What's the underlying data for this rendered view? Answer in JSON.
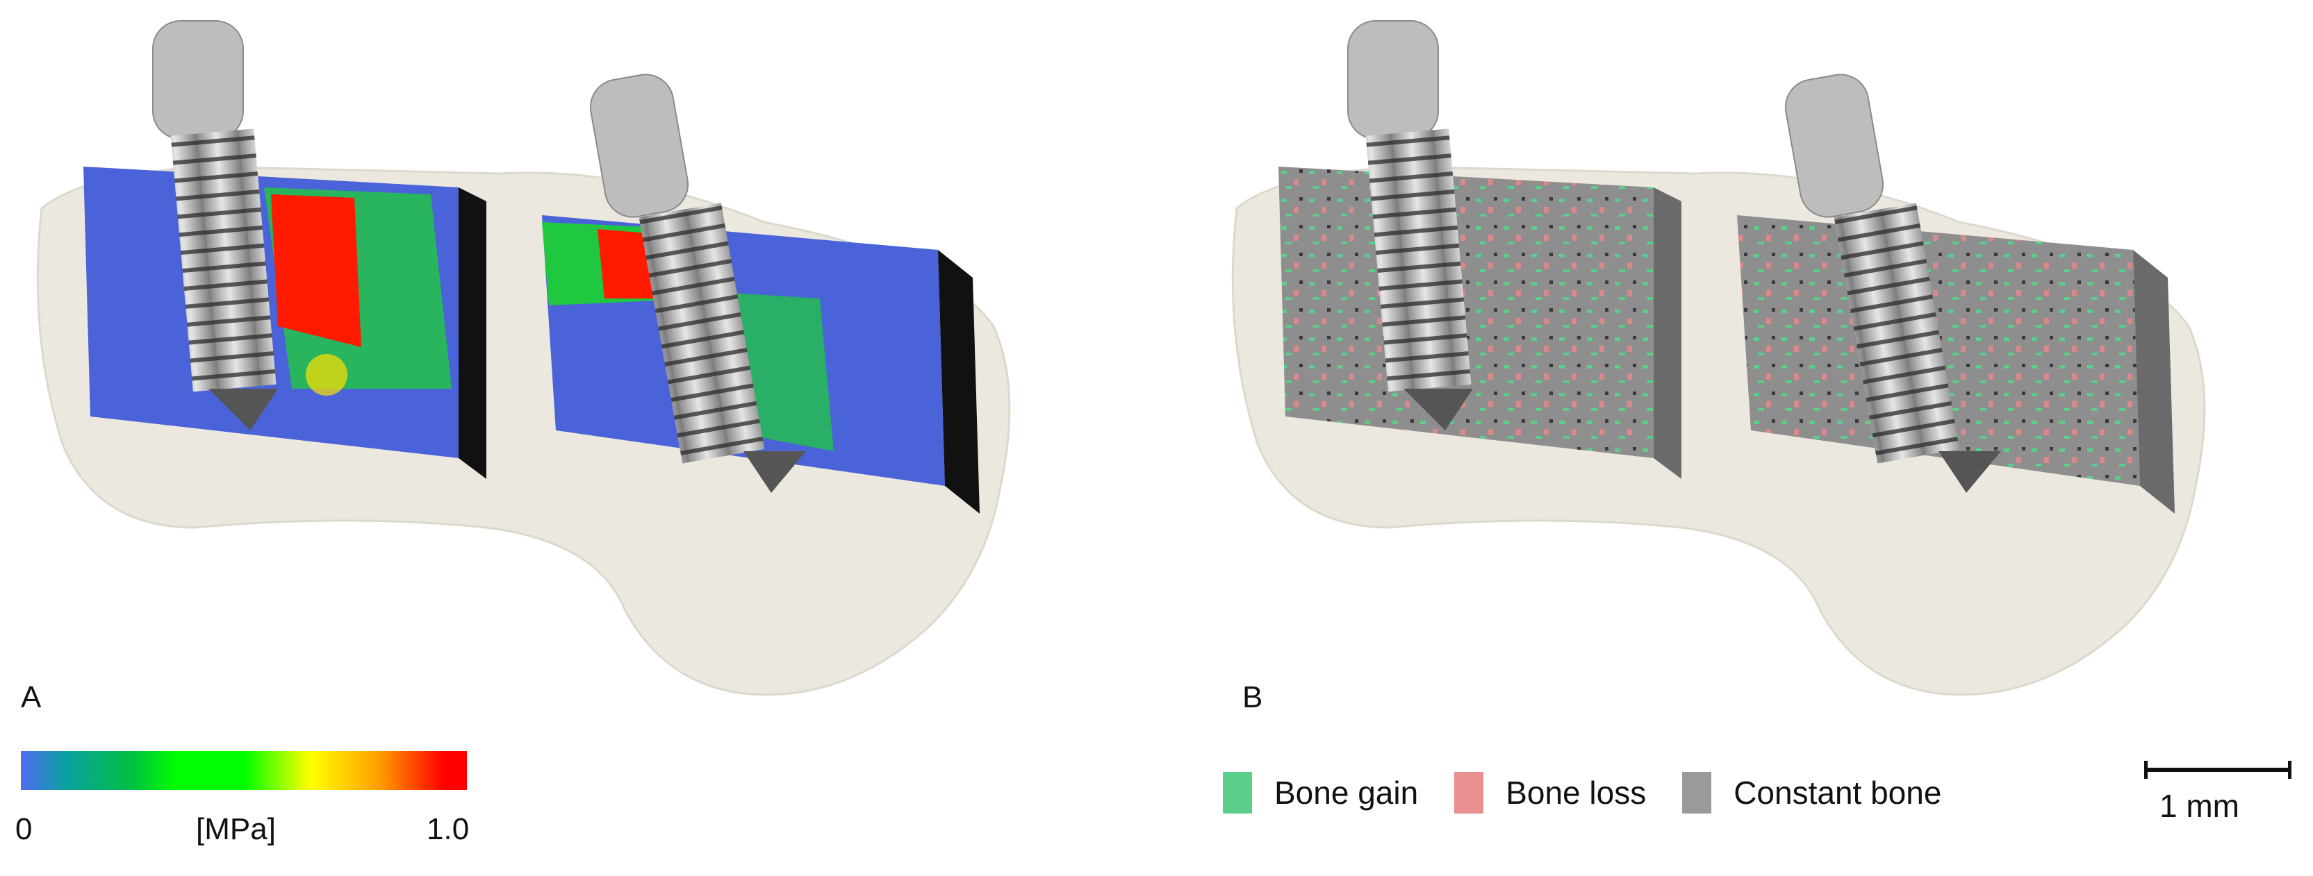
{
  "panels": {
    "a": {
      "label": "A",
      "description": "Stress distribution in bone around two implant screws",
      "colorbar": {
        "min_label": "0",
        "unit_label": "[MPa]",
        "max_label": "1.0",
        "colors": [
          "#4f6cf0",
          "#0aa0a0",
          "#00e000",
          "#00ff00",
          "#ffff00",
          "#ff9900",
          "#ff0000"
        ]
      }
    },
    "b": {
      "label": "B",
      "description": "Bone remodeling around two implant screws",
      "legend": [
        {
          "label": "Bone gain",
          "color": "#5bcf8a"
        },
        {
          "label": "Bone loss",
          "color": "#e89090"
        },
        {
          "label": "Constant bone",
          "color": "#9a9a9a"
        }
      ],
      "scalebar": {
        "label": "1 mm"
      }
    }
  },
  "colors": {
    "bone": "#ece8df",
    "bone_edge": "#d8d3c8",
    "screw": "#c8c8c8",
    "screw_dark": "#555555",
    "block_a": "#4a63d8",
    "block_b": "#8e8e8e"
  }
}
